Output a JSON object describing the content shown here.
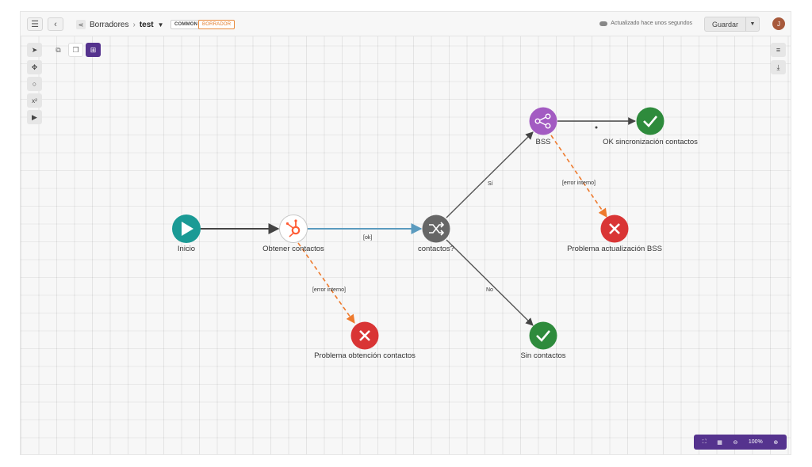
{
  "header": {
    "breadcrumb_parent": "Borradores",
    "breadcrumb_current": "test",
    "tag_common": "COMMON",
    "tag_draft": "BORRADOR",
    "status_text": "Actualizado hace unos segundos",
    "save_label": "Guardar",
    "avatar_initial": "J"
  },
  "zoom": {
    "level": "100%"
  },
  "nodes": {
    "inicio": "Inicio",
    "obtener": "Obtener contactos",
    "contactos": "contactos?",
    "bss": "BSS",
    "ok": "OK sincronización contactos",
    "prob_bss": "Problema actualización BSS",
    "prob_obt": "Problema obtención contactos",
    "sin": "Sin contactos"
  },
  "edges": {
    "ok": "[ok]",
    "si": "Sí",
    "no": "No",
    "err1": "[error interno]",
    "err2": "[error interno]"
  },
  "colors": {
    "start": "#1a9a95",
    "hubspot": "#ff5c35",
    "decision": "#666666",
    "bss": "#a35bc2",
    "success": "#2e8b3c",
    "error": "#d93535",
    "accent": "#55338e",
    "ok_edge": "#5b9bbf",
    "error_edge": "#ee7a2d"
  }
}
